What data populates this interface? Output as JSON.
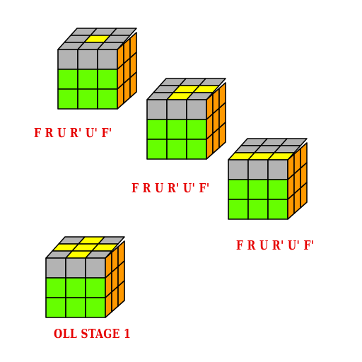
{
  "colors": {
    "gray": "#b3b3b3",
    "yellow": "#ffff00",
    "green": "#66ff00",
    "orange": "#ff9900",
    "outline": "#000000",
    "label_red": "#e60000"
  },
  "cubes": [
    {
      "label": "F R U R' U' F'",
      "top": [
        "g",
        "g",
        "g",
        "g",
        "y",
        "g",
        "g",
        "g",
        "g"
      ],
      "front": [
        "g",
        "g",
        "g",
        "G",
        "G",
        "G",
        "G",
        "G",
        "G"
      ],
      "right": [
        "o",
        "o",
        "o",
        "o",
        "o",
        "o",
        "o",
        "o",
        "o"
      ]
    },
    {
      "label": "F R U R' U' F'",
      "top": [
        "g",
        "g",
        "g",
        "g",
        "y",
        "y",
        "g",
        "y",
        "g"
      ],
      "front": [
        "g",
        "g",
        "g",
        "G",
        "G",
        "G",
        "G",
        "G",
        "G"
      ],
      "right": [
        "o",
        "o",
        "o",
        "o",
        "o",
        "o",
        "o",
        "o",
        "o"
      ]
    },
    {
      "label": "F R U R' U' F'",
      "top": [
        "g",
        "g",
        "g",
        "g",
        "g",
        "g",
        "y",
        "y",
        "y"
      ],
      "front": [
        "g",
        "g",
        "g",
        "G",
        "G",
        "G",
        "G",
        "G",
        "G"
      ],
      "right": [
        "o",
        "o",
        "o",
        "o",
        "o",
        "o",
        "o",
        "o",
        "o"
      ]
    },
    {
      "label": "OLL STAGE 1",
      "top": [
        "g",
        "y",
        "g",
        "y",
        "y",
        "y",
        "g",
        "y",
        "g"
      ],
      "front": [
        "g",
        "g",
        "g",
        "G",
        "G",
        "G",
        "G",
        "G",
        "G"
      ],
      "right": [
        "o",
        "o",
        "o",
        "o",
        "o",
        "o",
        "o",
        "o",
        "o"
      ]
    }
  ]
}
